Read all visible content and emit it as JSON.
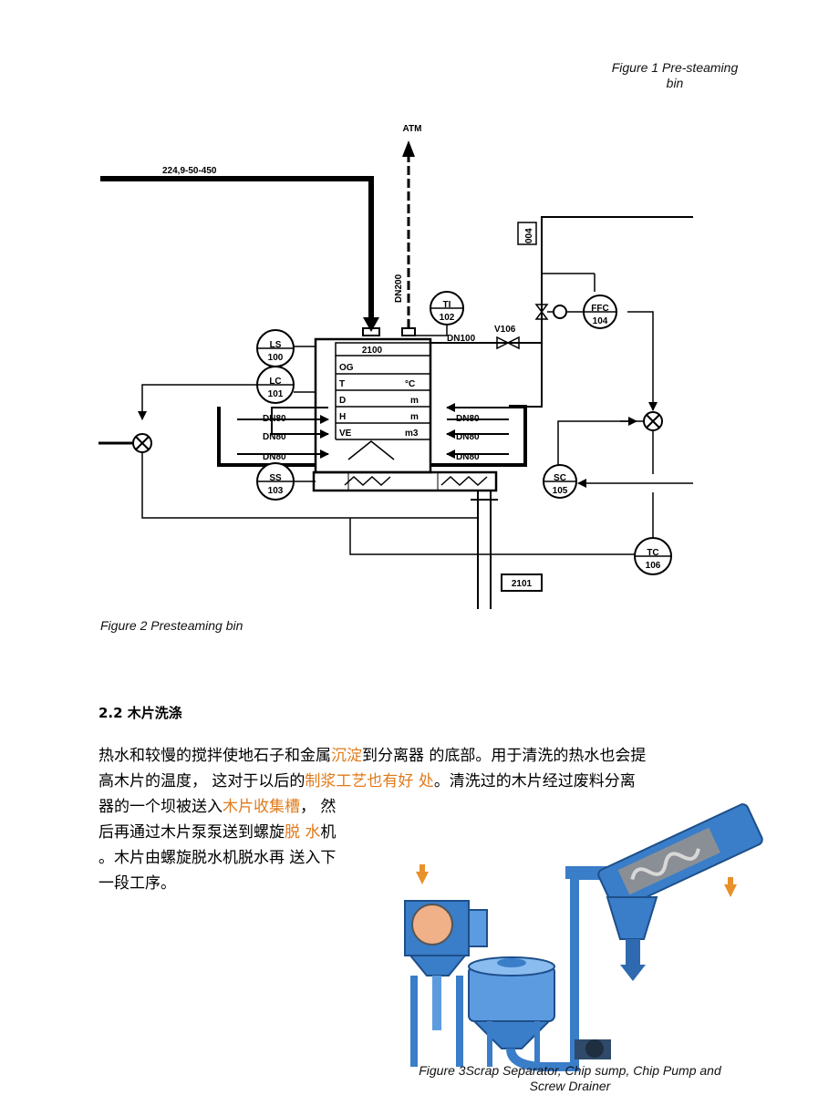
{
  "figure1": {
    "caption_line1": "Figure 1 Pre-steaming",
    "caption_line2": "bin"
  },
  "diagram": {
    "atm": "ATM",
    "steam_line": "224,9-50-450",
    "dn200": "DN200",
    "dn100": "DN100",
    "v106": "V106",
    "dn004": "004",
    "tank_id": "2100",
    "rows": [
      {
        "label": "OG",
        "unit": ""
      },
      {
        "label": "T",
        "unit": "°C"
      },
      {
        "label": "D",
        "unit": "m"
      },
      {
        "label": "H",
        "unit": "m"
      },
      {
        "label": "VE",
        "unit": "m3"
      }
    ],
    "dn80": "DN80",
    "outlet_id": "2101",
    "instruments": {
      "ls": {
        "tag": "LS",
        "num": "100"
      },
      "lc": {
        "tag": "LC",
        "num": "101"
      },
      "ti": {
        "tag": "TI",
        "num": "102"
      },
      "ss": {
        "tag": "SS",
        "num": "103"
      },
      "ffc": {
        "tag": "FFC",
        "num": "104"
      },
      "sc": {
        "tag": "SC",
        "num": "105"
      },
      "tc": {
        "tag": "TC",
        "num": "106"
      }
    }
  },
  "figure2": {
    "caption": "Figure 2 Presteaming bin"
  },
  "section": {
    "heading": "2.2 木片洗涤"
  },
  "paragraph": {
    "l1a": "热水和较慢的搅拌使地石子和金属",
    "l1b": "沉淀",
    "l1c": "到分离器  的底部。用于清洗的热水也会提",
    "l2a": "高木片的温度，  这对于以后的",
    "l2b": "制浆工艺也有好  处",
    "l2c": "。清洗过的木片经过废料分离",
    "l3a": "器的一个坝被送入",
    "l3b": "木片收集槽",
    "l3c": "，  然",
    "l4a": "后再通过木片泵泵送到螺旋",
    "l4b": "脱  水",
    "l4c": "机",
    "l5": "。木片由螺旋脱水机脱水再  送入下",
    "l6": "一段工序。"
  },
  "figure3": {
    "caption_line1": "Figure 3Scrap Separator, Chip sump, Chip Pump and",
    "caption_line2": "Screw Drainer"
  }
}
